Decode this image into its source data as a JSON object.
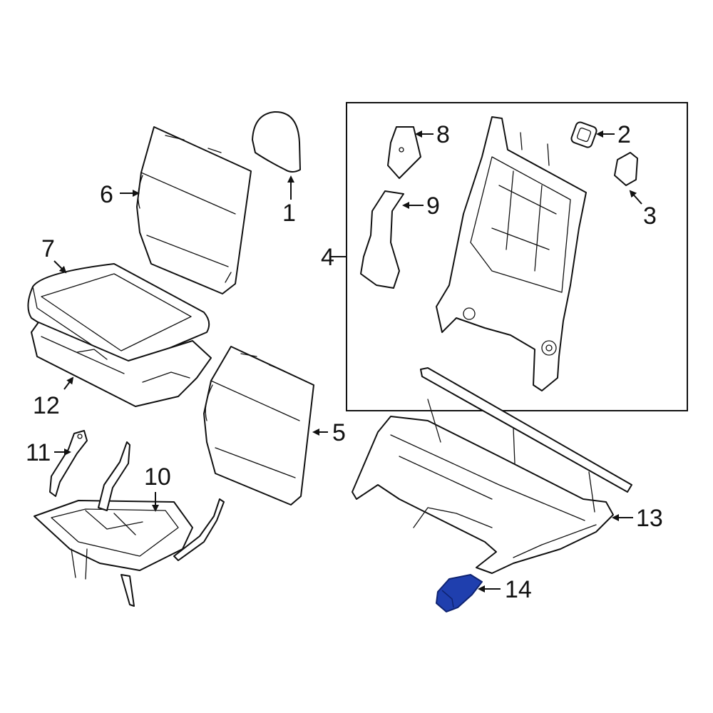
{
  "callouts": {
    "c1": "1",
    "c2": "2",
    "c3": "3",
    "c4": "4",
    "c5": "5",
    "c6": "6",
    "c7": "7",
    "c8": "8",
    "c9": "9",
    "c10": "10",
    "c11": "11",
    "c12": "12",
    "c13": "13",
    "c14": "14"
  },
  "colors": {
    "line": "#111111",
    "highlight": "#1f3fae",
    "highlight_dark": "#0f2370",
    "background": "#ffffff"
  }
}
